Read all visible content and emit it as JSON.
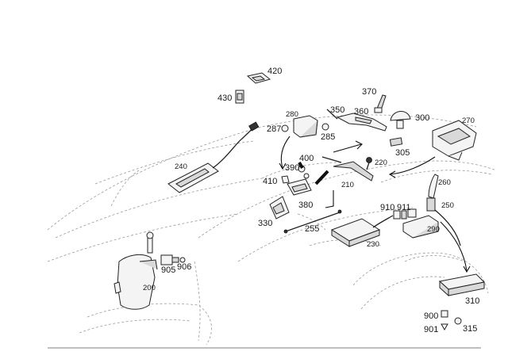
{
  "parts": {
    "p420": "420",
    "p430": "430",
    "p370": "370",
    "p280": "280",
    "p350": "350",
    "p360": "360",
    "p300": "300",
    "p270": "270",
    "p287": "287",
    "p285": "285",
    "p305": "305",
    "p240": "240",
    "p400": "400",
    "p390": "390",
    "p220": "220",
    "p410": "410",
    "p210": "210",
    "p260": "260",
    "p380": "380",
    "p910": "910",
    "p911": "911",
    "p250": "250",
    "p330": "330",
    "p255": "255",
    "p230": "230",
    "p290": "290",
    "p905": "905",
    "p906": "906",
    "p200": "200",
    "p310": "310",
    "p900": "900",
    "p901": "901",
    "p315": "315"
  }
}
